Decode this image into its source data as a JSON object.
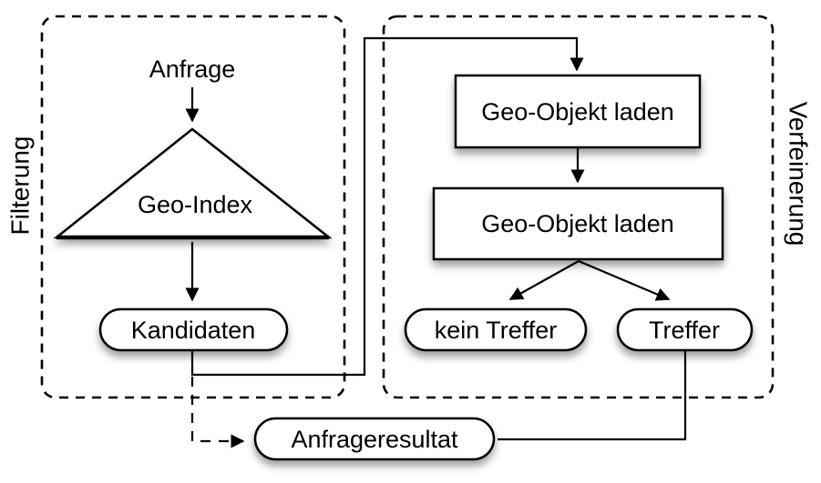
{
  "diagram": {
    "background_color": "#ffffff",
    "line_color": "#000000",
    "node_fill_color": "#ffffff",
    "regions": {
      "left": {
        "label": "Filterung"
      },
      "right": {
        "label": "Verfeinerung"
      }
    },
    "nodes": {
      "anfrage": {
        "label": "Anfrage",
        "type": "text"
      },
      "geo_index": {
        "label": "Geo-Index",
        "type": "triangle"
      },
      "kandidaten": {
        "label": "Kandidaten",
        "type": "oval"
      },
      "geo_objekt_laden_1": {
        "label": "Geo-Objekt laden",
        "type": "rect"
      },
      "geo_objekt_laden_2": {
        "label": "Geo-Objekt laden",
        "type": "rect"
      },
      "kein_treffer": {
        "label": "kein Treffer",
        "type": "oval"
      },
      "treffer": {
        "label": "Treffer",
        "type": "oval"
      },
      "anfrageresultat": {
        "label": "Anfrageresultat",
        "type": "oval"
      }
    },
    "edges": [
      {
        "from": "anfrage",
        "to": "geo_index",
        "style": "solid-arrow"
      },
      {
        "from": "geo_index",
        "to": "kandidaten",
        "style": "solid-arrow"
      },
      {
        "from": "kandidaten",
        "to": "geo_objekt_laden_1",
        "style": "solid-arrow"
      },
      {
        "from": "geo_objekt_laden_1",
        "to": "geo_objekt_laden_2",
        "style": "solid-arrow"
      },
      {
        "from": "geo_objekt_laden_2",
        "to": "kein_treffer",
        "style": "solid-arrow"
      },
      {
        "from": "geo_objekt_laden_2",
        "to": "treffer",
        "style": "solid-arrow"
      },
      {
        "from": "treffer",
        "to": "anfrageresultat",
        "style": "solid-line"
      },
      {
        "from": "kandidaten",
        "to": "anfrageresultat",
        "style": "dashed-arrow"
      }
    ]
  }
}
